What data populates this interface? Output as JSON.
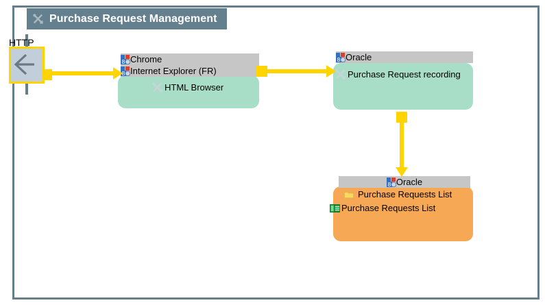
{
  "diagram": {
    "title": "Purchase Request Management",
    "title_icon": "tools-icon",
    "frame_border_color": "#657e8c",
    "title_bar_color": "#64808e",
    "connector_color": "#ffd400"
  },
  "nodes": {
    "http": {
      "label": "HTTP",
      "icon": "arrow-left-diamond-icon",
      "fill_color": "#c3cedb",
      "border_color": "#ffd400"
    },
    "browser": {
      "header_rows": [
        {
          "icon": "windows-program-icon",
          "label": "Chrome"
        },
        {
          "icon": "windows-program-icon",
          "label": "Internet Explorer (FR)"
        }
      ],
      "body_rows": [
        {
          "icon": "tools-icon",
          "label": "HTML Browser"
        }
      ],
      "fill_color": "#a8ddc8"
    },
    "recording": {
      "header_rows": [
        {
          "icon": "windows-program-icon",
          "label": "Oracle"
        }
      ],
      "body_rows": [
        {
          "icon": "tools-icon",
          "label": "Purchase Request recording"
        }
      ],
      "fill_color": "#a8ddc8"
    },
    "requests_list": {
      "header_rows": [
        {
          "icon": "windows-program-icon",
          "label": "Oracle"
        }
      ],
      "body_rows": [
        {
          "icon": "folder-icon",
          "label": "Purchase Requests List"
        },
        {
          "icon": "table-icon",
          "label": "Purchase Requests List"
        }
      ],
      "fill_color": "#f7a854"
    }
  },
  "connectors": [
    {
      "name": "http-to-browser",
      "direction": "right"
    },
    {
      "name": "browser-to-recording",
      "direction": "right"
    },
    {
      "name": "recording-to-requests-list",
      "direction": "down"
    }
  ]
}
